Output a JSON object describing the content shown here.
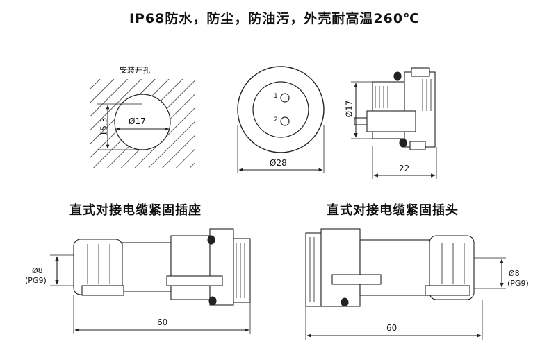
{
  "header": {
    "title": "IP68防水，防尘，防油污，外壳耐高温260℃"
  },
  "top": {
    "mount_hole": {
      "label": "安装开孔",
      "diameter": "Ø17",
      "height": "15.3"
    },
    "front_view": {
      "pin1": "1",
      "pin2": "2",
      "diameter": "Ø28"
    },
    "side_view": {
      "diameter": "Ø17",
      "length": "22"
    }
  },
  "bottom": {
    "socket": {
      "title": "直式对接电缆紧固插座",
      "cable": "Ø8",
      "cable_spec": "(PG9)",
      "length": "60"
    },
    "plug": {
      "title": "直式对接电缆紧固插头",
      "cable": "Ø8",
      "cable_spec": "(PG9)",
      "length": "60"
    }
  }
}
